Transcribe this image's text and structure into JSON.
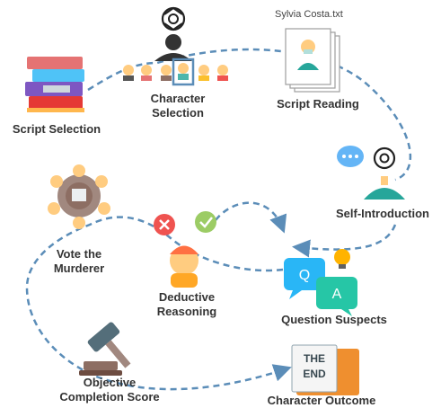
{
  "stages": {
    "script_selection": "Script Selection",
    "character_selection_1": "Character",
    "character_selection_2": "Selection",
    "script_reading": "Script Reading",
    "self_introduction": "Self-Introduction",
    "vote_1": "Vote the",
    "vote_2": "Murderer",
    "deductive_1": "Deductive",
    "deductive_2": "Reasoning",
    "question_suspects": "Question Suspects",
    "objective_1": "Objective",
    "objective_2": "Completion Score",
    "character_outcome": "Character Outcome"
  },
  "script_file": "Sylvia Costa.txt",
  "qa_bubbles": {
    "question": "Q",
    "answer": "A"
  },
  "book_cover": {
    "line1": "THE",
    "line2": "END"
  },
  "icons": [
    "openai-logo-icon",
    "book-stack-icon",
    "character-avatars-icon",
    "script-document-icon",
    "nurse-icon",
    "chat-bubble-icon",
    "roundtable-vote-icon",
    "cross-icon",
    "check-icon",
    "thinking-person-icon",
    "lightbulb-icon",
    "gavel-icon",
    "the-end-book-icon"
  ],
  "colors": {
    "path": "#5b8db8",
    "label": "#333333",
    "cross": "#ef5350",
    "check": "#8bc34a",
    "bubble_blue": "#29b6f6",
    "bubble_teal": "#26c6a6"
  }
}
